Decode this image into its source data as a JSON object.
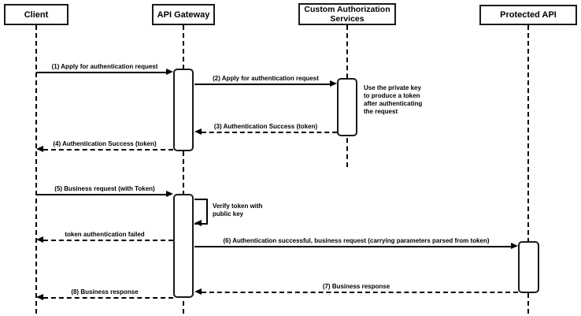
{
  "diagram_type": "uml-sequence",
  "colors": {
    "stroke": "#000000",
    "fill": "#ffffff",
    "text": "#000000"
  },
  "actors": [
    {
      "label": "Client"
    },
    {
      "label": "API Gateway"
    },
    {
      "label": "Custom Authorization Services"
    },
    {
      "label": "Protected API"
    }
  ],
  "messages": [
    {
      "label": "(1) Apply for authentication request",
      "from": "Client",
      "to": "API Gateway",
      "style": "solid"
    },
    {
      "label": "(2) Apply for authentication request",
      "from": "API Gateway",
      "to": "Custom Authorization Services",
      "style": "solid"
    },
    {
      "label": "(3) Authentication Success (token)",
      "from": "Custom Authorization Services",
      "to": "API Gateway",
      "style": "dashed"
    },
    {
      "label": "(4) Authentication Success (token)",
      "from": "API Gateway",
      "to": "Client",
      "style": "dashed"
    },
    {
      "label": "(5) Business request (with Token)",
      "from": "Client",
      "to": "API Gateway",
      "style": "solid"
    },
    {
      "label": "token authentication failed",
      "from": "API Gateway",
      "to": "Client",
      "style": "dashed"
    },
    {
      "label": "(6) Authentication successful, business request (carrying parameters parsed from token)",
      "from": "API Gateway",
      "to": "Protected API",
      "style": "solid"
    },
    {
      "label": "(7) Business response",
      "from": "Protected API",
      "to": "API Gateway",
      "style": "dashed"
    },
    {
      "label": "(8) Business response",
      "from": "API Gateway",
      "to": "Client",
      "style": "dashed"
    }
  ],
  "self_message": {
    "label": "Verify token with public key",
    "actor": "API Gateway"
  },
  "note": {
    "label": "Use the private key to produce a token after authenticating the request",
    "actor": "Custom Authorization Services"
  }
}
